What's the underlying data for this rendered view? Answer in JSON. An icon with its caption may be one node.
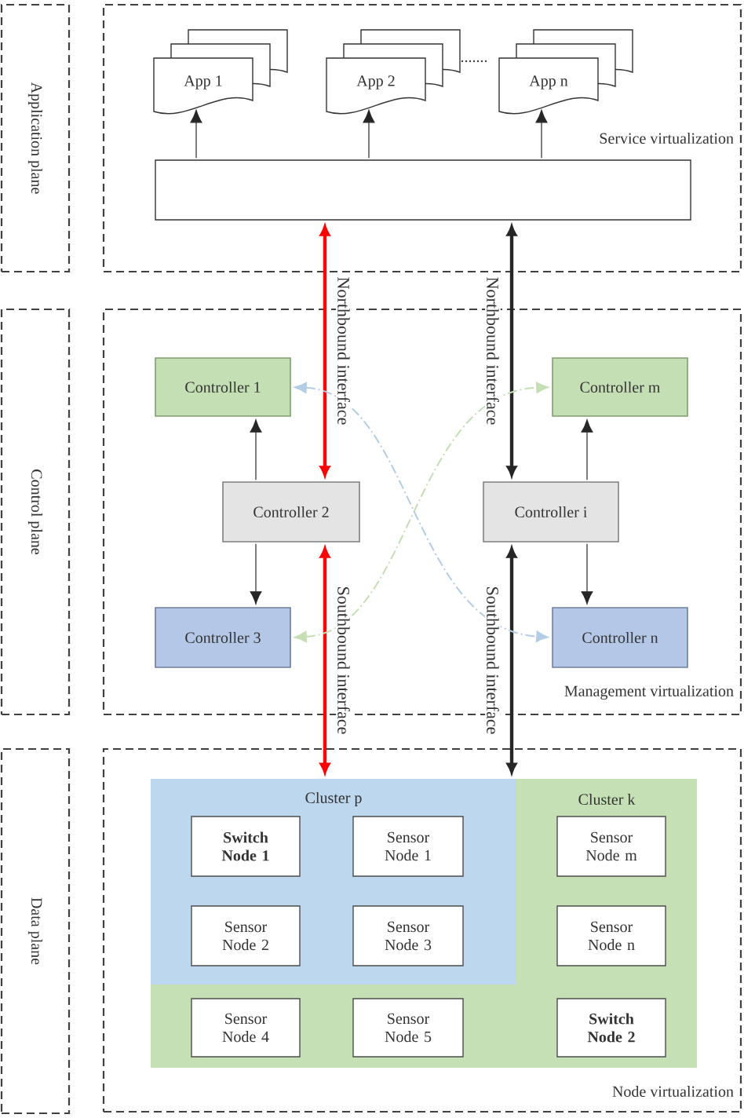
{
  "diagram": {
    "nodes": [
      {
        "text": [
          "Application plane"
        ]
      },
      {
        "text": [
          "Service virtualization"
        ]
      },
      {
        "text": [
          "App 1"
        ],
        "in": 1
      },
      {
        "text": [
          "App 2"
        ],
        "in": 1
      },
      {
        "text": [
          "App n"
        ],
        "in": 1
      },
      {
        "text": [],
        "shape": "box",
        "in": 1
      },
      {
        "text": [
          "Control plane"
        ]
      },
      {
        "text": [
          "Management virtualization"
        ]
      },
      {
        "text": [
          "Controller 1"
        ],
        "in": 7
      },
      {
        "text": [
          "Controller 2"
        ],
        "in": 7
      },
      {
        "text": [
          "Controller 3"
        ],
        "in": 7
      },
      {
        "text": [
          "Controller m"
        ],
        "in": 7
      },
      {
        "text": [
          "Controller i"
        ],
        "in": 7
      },
      {
        "text": [
          "Controller n"
        ],
        "in": 7
      },
      {
        "text": [
          "Data plane"
        ]
      },
      {
        "text": [
          "Node virtualization"
        ]
      },
      {
        "text": [
          "Cluster p"
        ],
        "in": 15
      },
      {
        "text": [
          "Cluster k"
        ],
        "in": 15
      },
      {
        "text": [
          "Switch Node 1"
        ],
        "in": 16
      },
      {
        "text": [
          "Sensor Node 1"
        ],
        "in": 16
      },
      {
        "text": [
          "Sensor Node 2"
        ],
        "in": 16
      },
      {
        "text": [
          "Sensor Node 3"
        ],
        "in": 16
      },
      {
        "text": [
          "Sensor Node m"
        ],
        "in": 17
      },
      {
        "text": [
          "Sensor Node n"
        ],
        "in": 17
      },
      {
        "text": [
          "Sensor Node 4"
        ],
        "in": 17
      },
      {
        "text": [
          "Sensor Node 5"
        ],
        "in": 17
      },
      {
        "text": [
          "Switch Node 2"
        ],
        "in": 17
      }
    ],
    "edges": [
      {
        "from": 5,
        "to": 2,
        "arrow": "to"
      },
      {
        "from": 5,
        "to": 3,
        "arrow": "to"
      },
      {
        "from": 5,
        "to": 4,
        "arrow": "to"
      },
      {
        "from": 5,
        "to": 9,
        "arrow": "both",
        "label": "Northbound interface",
        "style": "thick",
        "color": "#ff0000"
      },
      {
        "from": 5,
        "to": 12,
        "arrow": "both",
        "label": "Northbound interface",
        "style": "thick"
      },
      {
        "from": 9,
        "to": 8,
        "arrow": "to"
      },
      {
        "from": 9,
        "to": 10,
        "arrow": "to"
      },
      {
        "from": 12,
        "to": 11,
        "arrow": "to"
      },
      {
        "from": 12,
        "to": 13,
        "arrow": "to"
      },
      {
        "from": 9,
        "to": 16,
        "arrow": "both",
        "label": "Southbound interface",
        "style": "thick",
        "color": "#ff0000"
      },
      {
        "from": 12,
        "to": 17,
        "arrow": "both",
        "label": "Southbound interface",
        "style": "thick"
      },
      {
        "from": 8,
        "to": 13,
        "arrow": "both",
        "style": "dashed",
        "color": "#b4cde6"
      },
      {
        "from": 10,
        "to": 11,
        "arrow": "both",
        "style": "dashed",
        "color": "#c5dfb4"
      }
    ],
    "labels": [
      "......."
    ]
  }
}
